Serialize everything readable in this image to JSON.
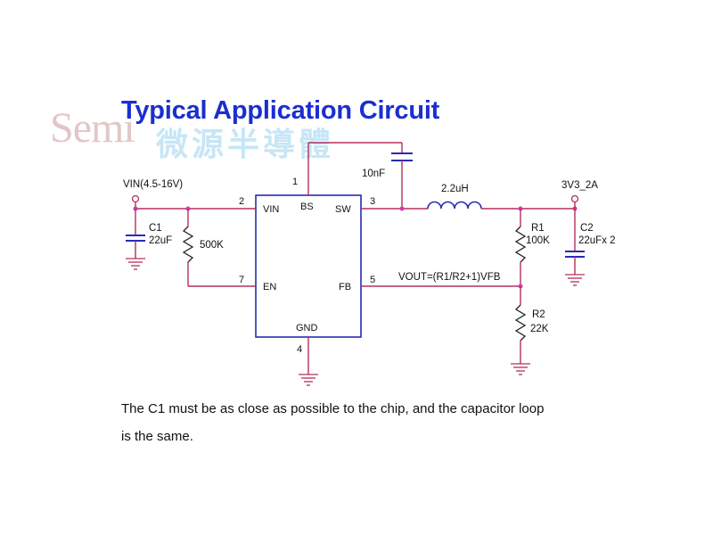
{
  "title": "Typical Application Circuit",
  "watermark": {
    "brand": "Semi",
    "chinese": "微源半導體"
  },
  "ic": {
    "pins": {
      "vin": {
        "name": "VIN",
        "number": "2"
      },
      "bs": {
        "name": "BS",
        "number": "1"
      },
      "sw": {
        "name": "SW",
        "number": "3"
      },
      "en": {
        "name": "EN",
        "number": "7"
      },
      "fb": {
        "name": "FB",
        "number": "5"
      },
      "gnd": {
        "name": "GND",
        "number": "4"
      }
    }
  },
  "nets": {
    "vin": "VIN(4.5-16V)",
    "vout": "3V3_2A",
    "formula": "VOUT=(R1/R2+1)VFB"
  },
  "components": {
    "c1": {
      "ref": "C1",
      "value": "22uF"
    },
    "r_en": {
      "value": "500K"
    },
    "c_boot": {
      "value": "10nF"
    },
    "l1": {
      "value": "2.2uH"
    },
    "r1": {
      "ref": "R1",
      "value": "100K"
    },
    "r2": {
      "ref": "R2",
      "value": "22K"
    },
    "c2": {
      "ref": "C2",
      "value": "22uFx 2"
    }
  },
  "note": {
    "line1": "The C1 must be as close as possible to the chip, and the capacitor loop",
    "line2": "is the same."
  },
  "colors": {
    "title": "#1a2fd0",
    "wire": "#b4305a",
    "component": "#2a2ab8",
    "junction": "#d23ab4"
  }
}
